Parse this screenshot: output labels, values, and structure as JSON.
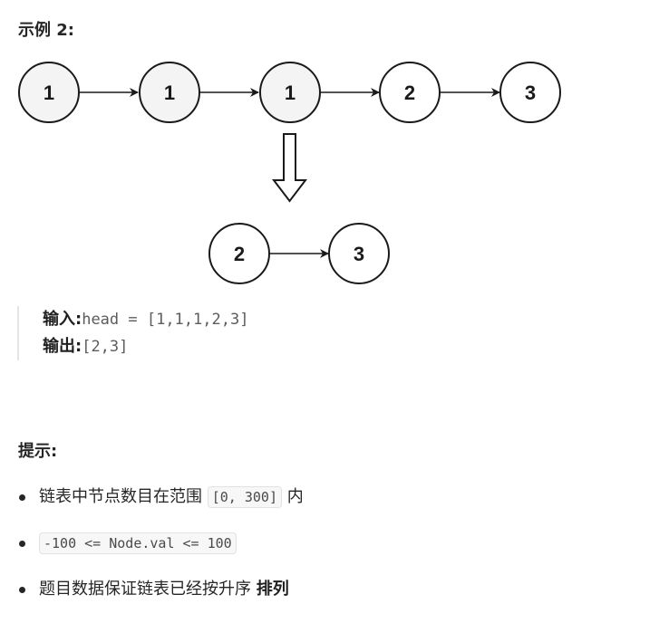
{
  "example": {
    "heading": "示例 2:",
    "input_nodes": [
      "1",
      "1",
      "1",
      "2",
      "3"
    ],
    "output_nodes": [
      "2",
      "3"
    ],
    "input_label": "输入:",
    "input_code": "head = [1,1,1,2,3]",
    "output_label": "输出:",
    "output_code": "[2,3]"
  },
  "hints": {
    "heading": "提示:",
    "items": [
      {
        "prefix": "链表中节点数目在范围 ",
        "code": "[0, 300]",
        "suffix": " 内"
      },
      {
        "prefix": "",
        "code": "-100 <= Node.val <= 100",
        "suffix": ""
      },
      {
        "prefix": "题目数据保证链表已经按升序 ",
        "strong": "排列"
      }
    ]
  },
  "colors": {
    "node_duplicate_fill": "#f4f4f4",
    "node_fill": "#ffffff",
    "stroke": "#1a1a1a"
  }
}
